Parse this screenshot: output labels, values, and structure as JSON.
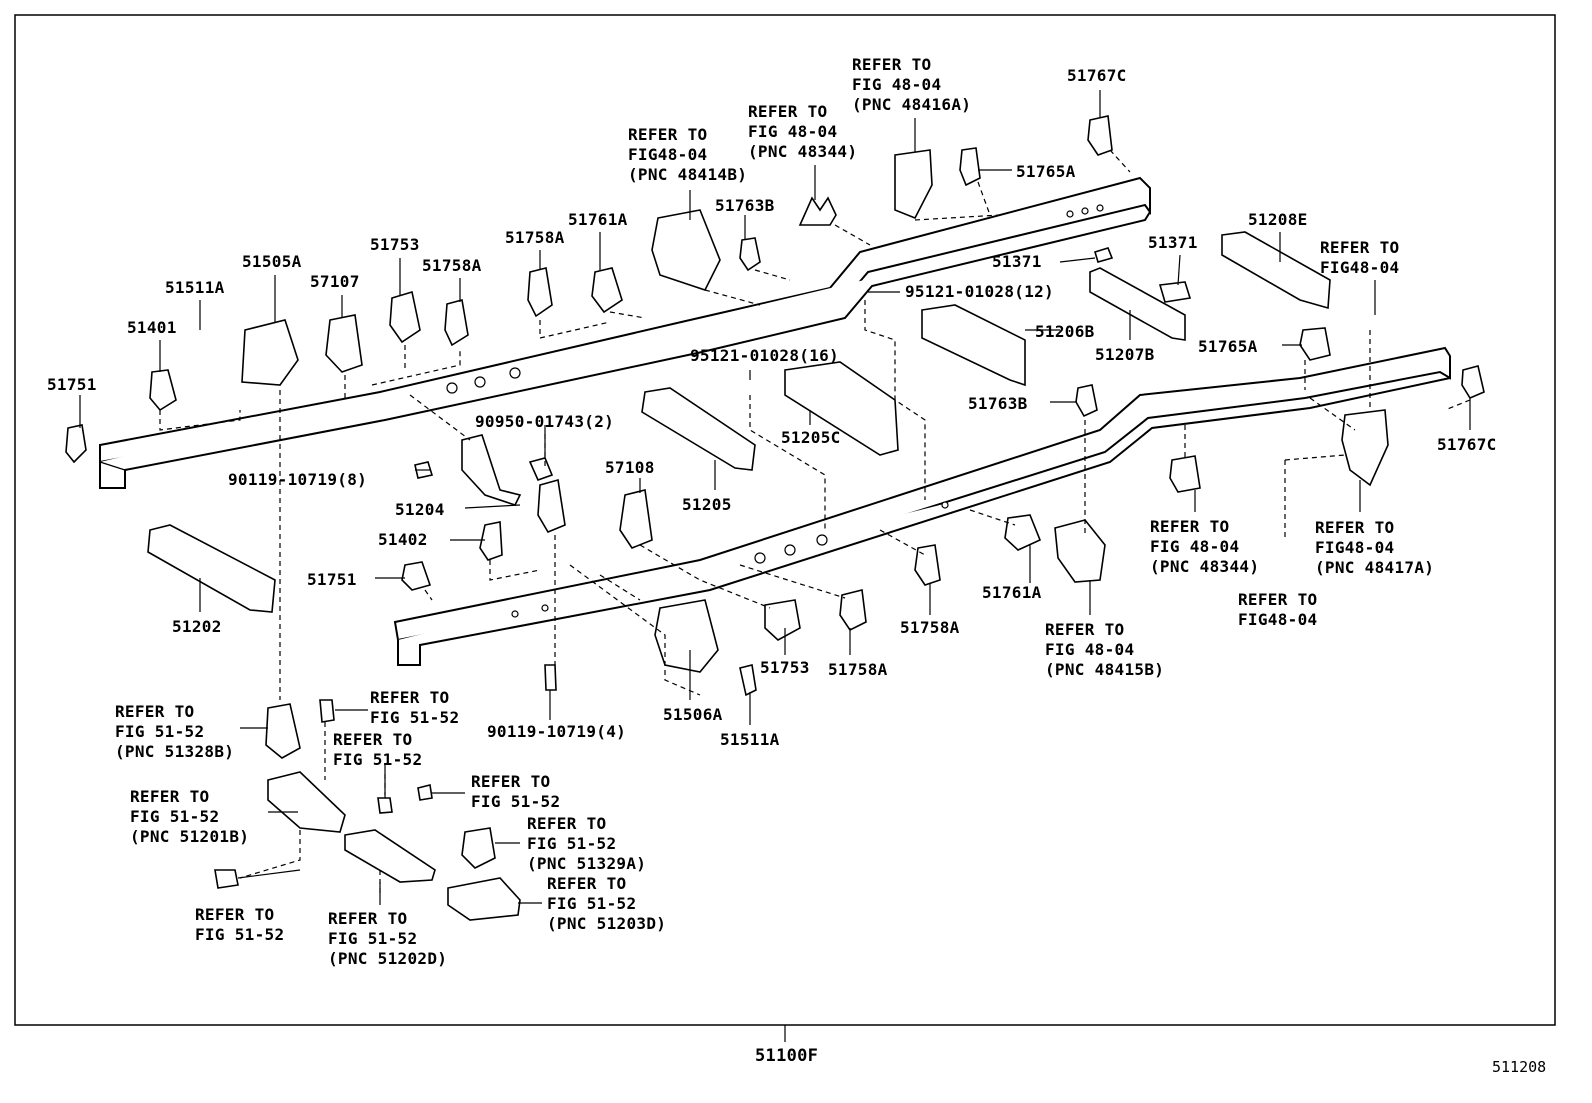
{
  "diagram": {
    "assembly_part_number": "51100F",
    "figure_code": "511208",
    "labels": {
      "p51751_left": "51751",
      "p51401": "51401",
      "p51511A_top": "51511A",
      "p51505A": "51505A",
      "p57107": "57107",
      "p51753_top": "51753",
      "p51758A_top1": "51758A",
      "p51758A_top2": "51758A",
      "p51761A_top": "51761A",
      "p51763B_top": "51763B",
      "ref_48414B": "REFER TO\nFIG48-04\n(PNC 48414B)",
      "ref_48344_top": "REFER TO\nFIG 48-04\n(PNC 48344)",
      "ref_48416A": "REFER TO\nFIG 48-04\n(PNC 48416A)",
      "p51767C_top": "51767C",
      "p51765A_top": "51765A",
      "p51371_left": "51371",
      "p51371_right": "51371",
      "p51208E": "51208E",
      "ref_fig4804_right": "REFER TO\nFIG48-04",
      "bolt_95121_12": "95121-01028(12)",
      "p51206B": "51206B",
      "p51207B": "51207B",
      "p51765A_right": "51765A",
      "bolt_95121_16": "95121-01028(16)",
      "p51763B_right": "51763B",
      "p51767C_right": "51767C",
      "bolt_90950": "90950-01743(2)",
      "p51205C": "51205C",
      "bolt_90119_8": "90119-10719(8)",
      "p51204": "51204",
      "p57108": "57108",
      "p51205": "51205",
      "p51402": "51402",
      "p51751_mid": "51751",
      "p51202": "51202",
      "p51758A_low1": "51758A",
      "p51761A_low": "51761A",
      "ref_48344_low": "REFER TO\nFIG 48-04\n(PNC 48344)",
      "ref_48417A": "REFER TO\nFIG48-04\n(PNC 48417A)",
      "ref_fig4804_low": "REFER TO\nFIG48-04",
      "ref_48415B": "REFER TO\nFIG 48-04\n(PNC 48415B)",
      "p51753_low": "51753",
      "p51758A_low2": "51758A",
      "p51506A": "51506A",
      "p51511A_low": "51511A",
      "bolt_90119_4": "90119-10719(4)",
      "ref_51328B": "REFER TO\nFIG 51-52\n(PNC 51328B)",
      "ref_5152_a": "REFER TO\nFIG 51-52",
      "ref_5152_b": "REFER TO\nFIG 51-52",
      "ref_5152_c": "REFER TO\nFIG 51-52",
      "ref_51201B": "REFER TO\nFIG 51-52\n(PNC 51201B)",
      "ref_51329A": "REFER TO\nFIG 51-52\n(PNC 51329A)",
      "ref_51203D": "REFER TO\nFIG 51-52\n(PNC 51203D)",
      "ref_5152_d": "REFER TO\nFIG 51-52",
      "ref_51202D": "REFER TO\nFIG 51-52\n(PNC 51202D)"
    }
  }
}
